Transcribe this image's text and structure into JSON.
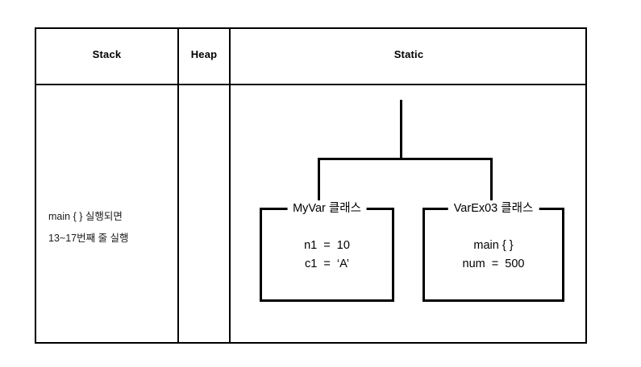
{
  "diagram": {
    "title": "Java memory areas diagram",
    "table": {
      "columns": [
        {
          "key": "stack",
          "header": "Stack"
        },
        {
          "key": "heap",
          "header": "Heap"
        },
        {
          "key": "static",
          "header": "Static"
        }
      ]
    },
    "stack_cell": {
      "lines": [
        "main { } 실행되면",
        "13~17번째 줄 실행"
      ]
    },
    "heap_cell": {
      "lines": []
    },
    "static_cell": {
      "boxes": [
        {
          "legend": "MyVar 클래스",
          "rows": [
            "n1  =  10",
            "c1  =  ‘A’"
          ]
        },
        {
          "legend": "VarEx03 클래스",
          "rows": [
            "main { }",
            "num  =  500"
          ]
        }
      ],
      "connector": {
        "type": "tree",
        "branches": 2
      }
    },
    "colors": {
      "line": "#000000",
      "text": "#000000",
      "background": "#ffffff"
    }
  }
}
